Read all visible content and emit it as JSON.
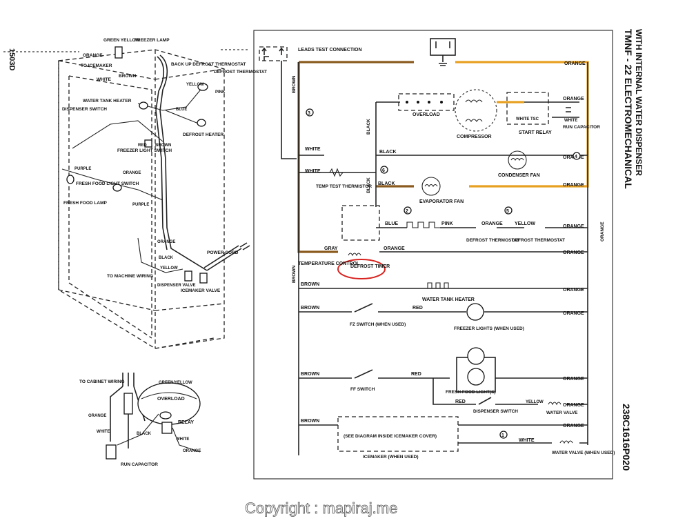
{
  "colors": {
    "highlight_brown": "#8a5a1e",
    "highlight_orange": "#e8a020",
    "annotation_circle": "#d8231f",
    "ink": "#111111"
  },
  "margin": {
    "left_code": "1503D"
  },
  "title": {
    "line1": "TMNF - 22 ELECTROMECHANICAL",
    "line2": "WITH INTERNAL WATER DISPENSER",
    "part_number": "238C1616P020"
  },
  "cabinet": {
    "green_yellow": "GREEN YELLOW",
    "freezer_lamp": "FREEZER LAMP",
    "orange": "ORANGE",
    "to_icemaker": "TO ICEMAKER",
    "white": "WHITE",
    "brown": "BROWN",
    "back_up_defrost_thermostat": "BACK UP DEFROST THERMOSTAT",
    "defrost_thermostat": "DEFROST THERMOSTAT",
    "yellow": "YELLOW",
    "pink": "PINK",
    "blue": "BLUE",
    "water_tank_heater": "WATER TANK HEATER",
    "dispenser_switch": "DISPENSER SWITCH",
    "defrost_heater": "DEFROST HEATER",
    "red": "RED",
    "freezer_light_switch": "FREEZER LIGHT SWITCH",
    "purple": "PURPLE",
    "fresh_food_light_switch": "FRESH FOOD LIGHT SWITCH",
    "fresh_food_lamp": "FRESH FOOD LAMP",
    "black": "BLACK",
    "power_cord": "POWER CORD",
    "to_machine_wiring": "TO MACHINE WIRING",
    "dispenser_valve": "DISPENSER VALVE",
    "icemaker_valve": "ICEMAKER VALVE"
  },
  "compressor_detail": {
    "to_cabinet_wiring": "TO CABINET WIRING",
    "green_yellow": "GREEN/YELLOW",
    "overload": "OVERLOAD",
    "relay": "RELAY",
    "orange": "ORANGE",
    "white": "WHITE",
    "black": "BLACK",
    "run_capacitor": "RUN CAPACITOR"
  },
  "schematic": {
    "leads_test_connection": "LEADS TEST CONNECTION",
    "brown": "BROWN",
    "orange": "ORANGE",
    "white": "WHITE",
    "black": "BLACK",
    "blue": "BLUE",
    "pink": "PINK",
    "yellow": "YELLOW",
    "gray": "GRAY",
    "red": "RED",
    "overload": "OVERLOAD",
    "compressor": "COMPRESSOR",
    "start_relay": "START RELAY",
    "white_tsc": "WHITE TSC",
    "run_capacitor": "RUN CAPACITOR",
    "condenser_fan": "CONDENSER FAN",
    "evaporator_fan": "EVAPORATOR FAN",
    "temp_test_thermistor": "TEMP TEST THERMISTOR",
    "defrost_thermostat": "DEFROST THERMOSTAT",
    "defrost_timer": "DEFROST TIMER",
    "temperature_control": "TEMPERATURE CONTROL",
    "water_tank_heater": "WATER TANK HEATER",
    "fz_switch": "FZ SWITCH (WHEN USED)",
    "freezer_lights": "FREEZER LIGHTS (WHEN USED)",
    "ff_switch": "FF SWITCH",
    "fresh_food_lights": "FRESH FOOD LIGHT(S)",
    "dispenser_switch": "DISPENSER SWITCH",
    "water_valve": "WATER VALVE",
    "see_diagram": "(SEE DIAGRAM INSIDE ICEMAKER COVER)",
    "icemaker_when_used": "ICEMAKER (WHEN USED)",
    "water_valve_when_used": "WATER VALVE (WHEN USED)",
    "circle_labels": [
      "3",
      "6",
      "2",
      "5",
      "4",
      "1"
    ]
  },
  "watermark": "Copyright : mapiraj.me"
}
